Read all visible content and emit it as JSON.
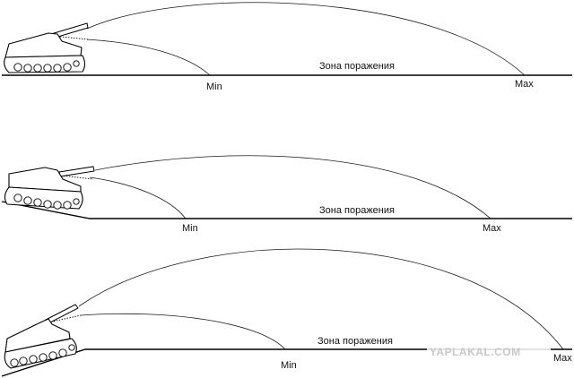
{
  "panels": [
    {
      "zone_label": "Зона поражения",
      "min_label": "Min",
      "max_label": "Max"
    },
    {
      "zone_label": "Зона поражения",
      "min_label": "Min",
      "max_label": "Max"
    },
    {
      "zone_label": "Зона поражения",
      "min_label": "Min",
      "max_label": "Max"
    }
  ],
  "watermark": "YAPLAKAL.COM"
}
